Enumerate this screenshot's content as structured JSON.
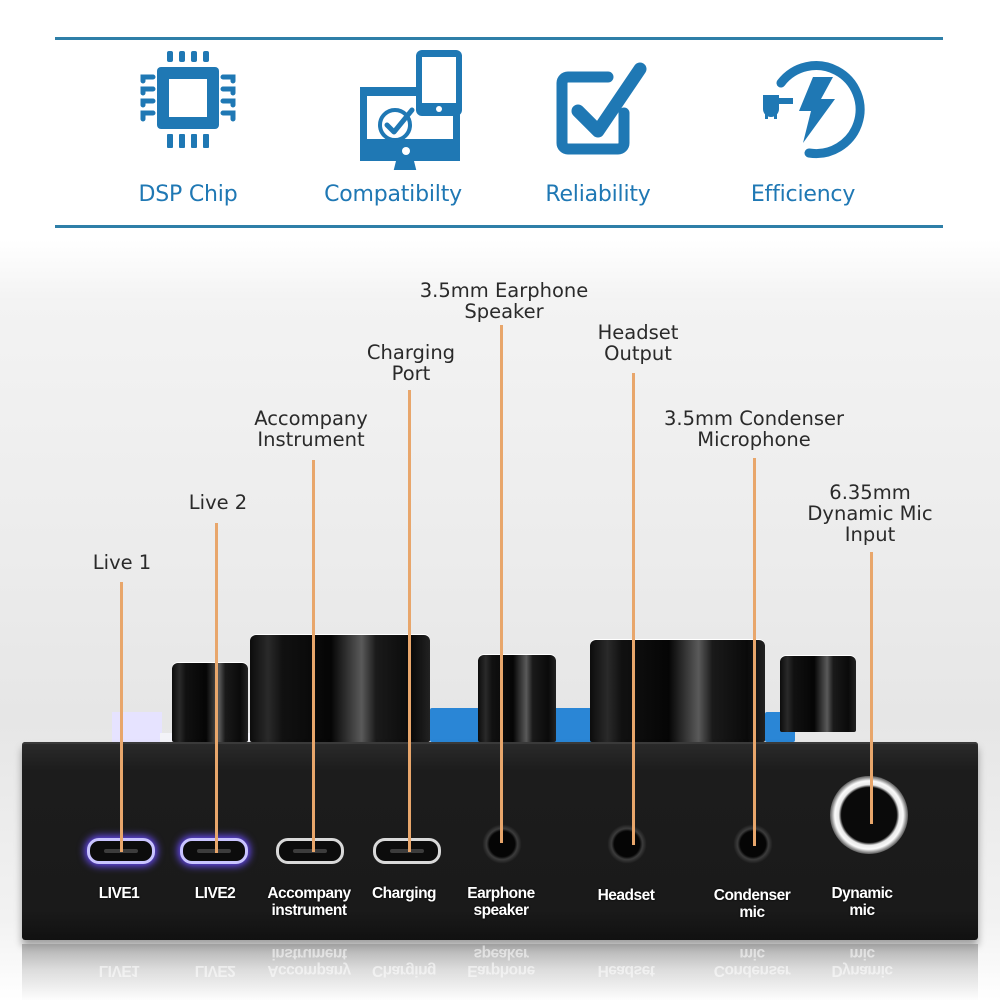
{
  "features": [
    {
      "label": "DSP Chip",
      "icon": "chip-icon"
    },
    {
      "label": "Compatibilty",
      "icon": "devices-icon"
    },
    {
      "label": "Reliability",
      "icon": "checkbox-icon"
    },
    {
      "label": "Efficiency",
      "icon": "power-bolt-icon"
    }
  ],
  "callouts": [
    {
      "lines": [
        "Live 1"
      ]
    },
    {
      "lines": [
        "Live 2"
      ]
    },
    {
      "lines": [
        "Accompany",
        "Instrument"
      ]
    },
    {
      "lines": [
        "Charging",
        "Port"
      ]
    },
    {
      "lines": [
        "3.5mm Earphone",
        "Speaker"
      ]
    },
    {
      "lines": [
        "Headset",
        "Output"
      ]
    },
    {
      "lines": [
        "3.5mm Condenser",
        "Microphone"
      ]
    },
    {
      "lines": [
        "6.35mm",
        "Dynamic Mic",
        "Input"
      ]
    }
  ],
  "ports": [
    {
      "lines": [
        "LIVE1"
      ],
      "type": "micro-usb"
    },
    {
      "lines": [
        "LIVE2"
      ],
      "type": "micro-usb"
    },
    {
      "lines": [
        "Accompany",
        "instrument"
      ],
      "type": "micro-usb"
    },
    {
      "lines": [
        "Charging"
      ],
      "type": "micro-usb"
    },
    {
      "lines": [
        "Earphone",
        "speaker"
      ],
      "type": "3.5mm-jack"
    },
    {
      "lines": [
        "Headset"
      ],
      "type": "3.5mm-jack"
    },
    {
      "lines": [
        "Condenser",
        "mic"
      ],
      "type": "3.5mm-jack"
    },
    {
      "lines": [
        "Dynamic",
        "mic"
      ],
      "type": "6.35mm-jack"
    }
  ],
  "colors": {
    "accent_blue": "#1f78b4",
    "rule_blue": "#2f7fa8",
    "leader_orange": "#e8a66b",
    "device_black": "#1a1a1a"
  }
}
